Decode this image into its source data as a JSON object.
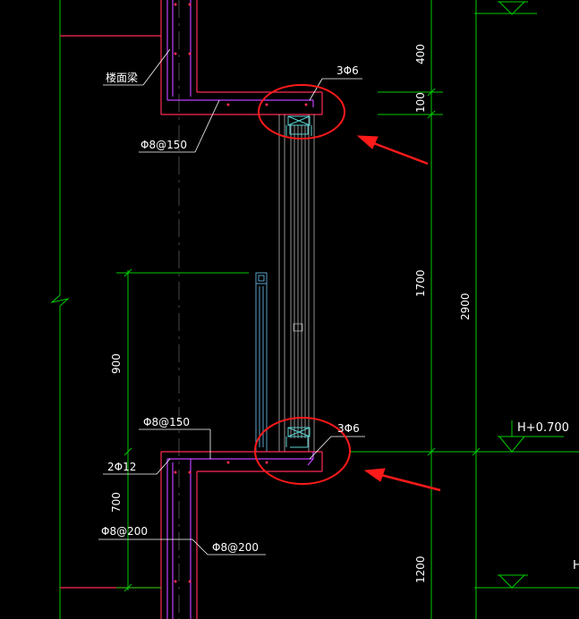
{
  "drawing": {
    "labels": {
      "beam_label": "楼面梁",
      "rebar_top_right": "3Φ6",
      "rebar_bottom_right": "3Φ6",
      "stirrup_top_left": "Φ8@150",
      "stirrup_bottom_left": "Φ8@150",
      "bars_2phi12": "2Φ12",
      "stirrup_left_200": "Φ8@200",
      "stirrup_right_200": "Φ8@200",
      "elevation_label": "H+0.700",
      "elevation_label_partial": "H"
    },
    "dimensions": {
      "dim_400": "400",
      "dim_100": "100",
      "dim_1700": "1700",
      "dim_2900": "2900",
      "dim_900": "900",
      "dim_700": "700",
      "dim_1200": "1200"
    },
    "colors": {
      "background": "#000000",
      "concrete_outline": "#ff2b55",
      "rebar": "#c040ff",
      "dimension_lines": "#00ff00",
      "window_frame": "#b8b8b8",
      "window_inner": "#5aa0c8",
      "annotation_circles": "#ff1a1a",
      "arrows": "#ff1a1a",
      "text": "#ffffff"
    }
  }
}
